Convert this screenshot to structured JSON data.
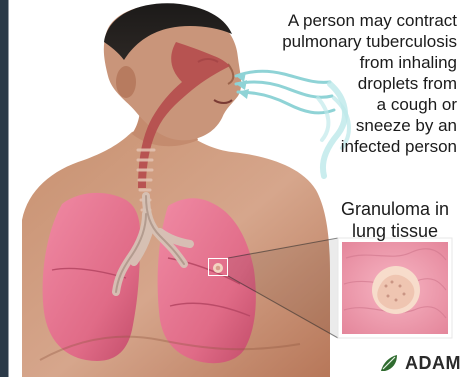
{
  "caption": "A person may contract\npulmonary tuberculosis\nfrom inhaling\ndroplets from\na cough or\nsneeze by an\ninfected person",
  "inset_label": "Granuloma in\nlung tissue",
  "logo_text": "ADAM",
  "colors": {
    "lung": "#e87a96",
    "lung_shadow": "#c95572",
    "skin": "#d7a286",
    "skin_shadow": "#9c6249",
    "airflow": "#8fd3d6",
    "granuloma_bg": "#f2a0b1",
    "granuloma": "#f5d7c0"
  },
  "icons": {
    "logo": "adam-leaf-icon",
    "airflow": "airflow-arrows-icon",
    "callout": "zoom-callout-icon"
  }
}
